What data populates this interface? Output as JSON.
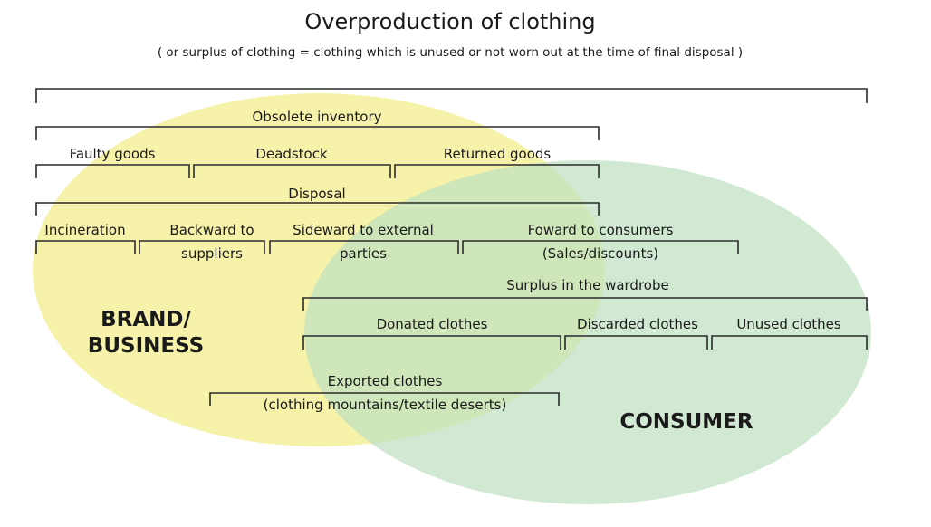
{
  "title": "Overproduction of clothing",
  "subtitle": "( or surplus of clothing = clothing which is unused or not worn out at the time of final disposal )",
  "regions": {
    "brand": [
      "BRAND/",
      "BUSINESS"
    ],
    "consumer": "CONSUMER"
  },
  "colors": {
    "brand_fill": "#f5f09a",
    "brand_label": "#f2d78f",
    "consumer_fill": "#bfe0c0",
    "consumer_label": "#a9cfae"
  },
  "labels": {
    "obsolete_inventory": "Obsolete inventory",
    "faulty_goods": "Faulty goods",
    "deadstock": "Deadstock",
    "returned_goods": "Returned goods",
    "disposal": "Disposal",
    "incineration": "Incineration",
    "backward_1": "Backward to",
    "backward_2": "suppliers",
    "sideward_1": "Sideward to external",
    "sideward_2": "parties",
    "forward_1": "Foward to consumers",
    "forward_2": "(Sales/discounts)",
    "surplus_wardrobe": "Surplus in the wardrobe",
    "donated": "Donated clothes",
    "discarded": "Discarded clothes",
    "unused": "Unused clothes",
    "exported_1": "Exported clothes",
    "exported_2": "(clothing mountains/textile deserts)"
  }
}
